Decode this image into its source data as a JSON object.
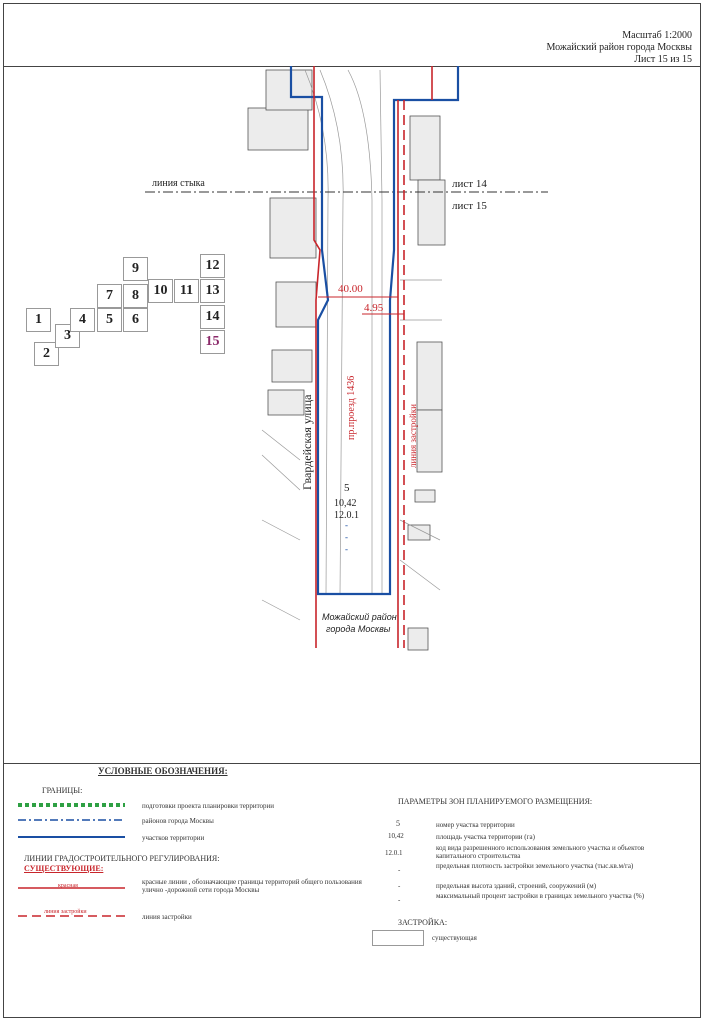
{
  "header": {
    "scale": "Масштаб 1:2000",
    "district": "Можайский район города Москвы",
    "sheet": "Лист 15 из 15"
  },
  "map": {
    "junction_label": "линия стыка",
    "sheet_14": "лист 14",
    "sheet_15": "лист 15",
    "street_name": "Гвардейская улица",
    "project_label": "пр.проезд 1436",
    "building_line_label": "линия застройки",
    "width_total": "40.00",
    "width_offset": "4.95",
    "district_caption_1": "Можайский район",
    "district_caption_2": "города Москвы",
    "parcel": {
      "number": "5",
      "area": "10,42",
      "code": "12.0.1",
      "d1": "-",
      "d2": "-",
      "d3": "-"
    }
  },
  "index_grid": {
    "cells": [
      "1",
      "2",
      "3",
      "4",
      "5",
      "6",
      "7",
      "8",
      "9",
      "10",
      "11",
      "12",
      "13",
      "14",
      "15"
    ],
    "current": "15"
  },
  "legend": {
    "title": "УСЛОВНЫЕ ОБОЗНАЧЕНИЯ:",
    "borders_title": "ГРАНИЦЫ:",
    "border_items": [
      "подготовки проекта планировки территории",
      "районов города Москвы",
      "участков территории"
    ],
    "regulation_title": "ЛИНИИ ГРАДОСТРОИТЕЛЬНОГО РЕГУЛИРОВАНИЯ:",
    "existing_title": "СУЩЕСТВУЮЩИЕ:",
    "red_line_tag": "красная",
    "red_line_text": "красные линии , обозначающие границы территорий общего пользования улично -дорожной сети города Москвы",
    "build_line_tag": "линия застройки",
    "build_line_text": "линия застройки",
    "params_title": "ПАРАМЕТРЫ ЗОН ПЛАНИРУЕМОГО РАЗМЕЩЕНИЯ:",
    "params": [
      {
        "key": "5",
        "text": "номер участка территории"
      },
      {
        "key": "10,42",
        "text": "площадь участка территории (га)"
      },
      {
        "key": "12.0.1",
        "text": "код вида разрешенного использования земельного участка и объектов капитального строительства"
      },
      {
        "key": "-",
        "text": "предельная плотность застройки земельного участка (тыс.кв.м/га)"
      },
      {
        "key": "-",
        "text": "предельная высота зданий, строений, сооружений (м)"
      },
      {
        "key": "-",
        "text": "максимальный процент застройки в границах земельного участка (%)"
      }
    ],
    "building_title": "ЗАСТРОЙКА:",
    "building_existing": "существующая"
  },
  "colors": {
    "blue_border": "#1a4fa3",
    "red_line": "#c8252b",
    "green_border": "#2ea043",
    "building_fill": "#ececec"
  }
}
